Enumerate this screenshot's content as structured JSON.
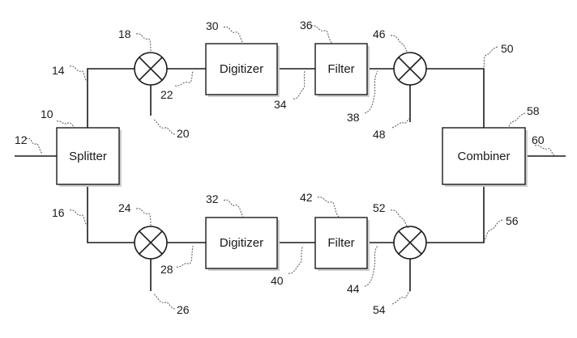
{
  "blocks": {
    "splitter": "Splitter",
    "digitizer_top": "Digitizer",
    "filter_top": "Filter",
    "combiner": "Combiner",
    "digitizer_bottom": "Digitizer",
    "filter_bottom": "Filter"
  },
  "refs": {
    "r10": "10",
    "r12": "12",
    "r14": "14",
    "r16": "16",
    "r18": "18",
    "r20": "20",
    "r22": "22",
    "r24": "24",
    "r26": "26",
    "r28": "28",
    "r30": "30",
    "r32": "32",
    "r34": "34",
    "r36": "36",
    "r38": "38",
    "r40": "40",
    "r42": "42",
    "r44": "44",
    "r46": "46",
    "r48": "48",
    "r50": "50",
    "r52": "52",
    "r54": "54",
    "r56": "56",
    "r58": "58",
    "r60": "60"
  }
}
